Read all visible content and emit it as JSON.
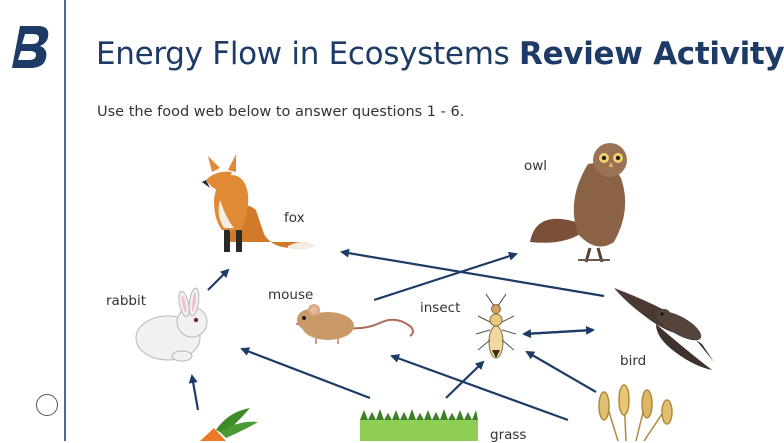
{
  "header": {
    "title_light": "Energy Flow in Ecosystems",
    "title_bold": "Review Activity"
  },
  "instructions": "Use the food web below to answer questions 1 - 6.",
  "food_web": {
    "organisms": {
      "fox": "fox",
      "owl": "owl",
      "rabbit": "rabbit",
      "mouse": "mouse",
      "insect": "insect",
      "bird": "bird",
      "grass": "grass"
    },
    "arrow_color": "#1d3b66"
  },
  "colors": {
    "title": "#1d3b66",
    "sidebar_border": "#4a6a9a"
  }
}
